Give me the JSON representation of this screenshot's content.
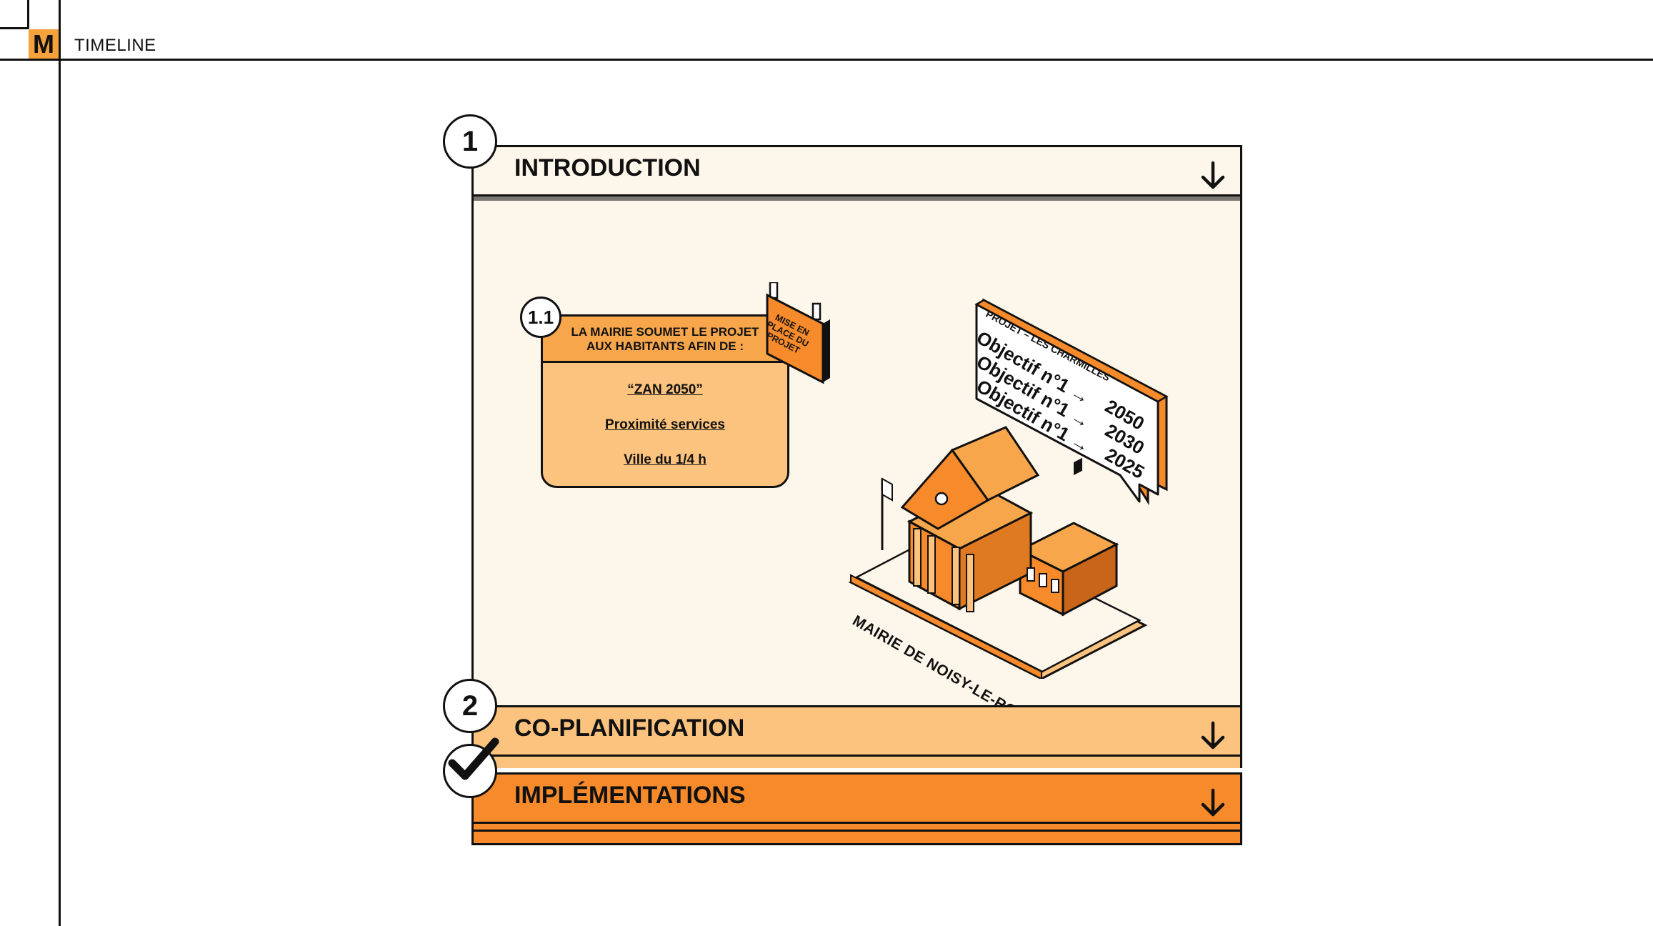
{
  "app": {
    "logo": "M",
    "title": "TIMELINE"
  },
  "sections": [
    {
      "badge": "1",
      "title": "INTRODUCTION"
    },
    {
      "badge": "2",
      "title": "CO-PLANIFICATION"
    },
    {
      "title": "IMPLÉMENTATIONS"
    }
  ],
  "card": {
    "badge": "1.1",
    "heading": "LA MAIRIE SOUMET LE PROJET AUX HABITANTS AFIN DE :",
    "items": [
      "“ZAN 2050”",
      "Proximité services",
      "Ville du 1/4 h"
    ],
    "tag": "MISE EN PLACE DU PROJET"
  },
  "bubble": {
    "label": "PROJET – LES CHARMILLES",
    "objectives": [
      "Objectif n°1 →",
      "Objectif n°1 →",
      "Objectif n°1 →"
    ],
    "years": [
      "2050",
      "2030",
      "2025"
    ]
  },
  "building": {
    "label": "MAIRIE DE NOISY-LE-ROI"
  },
  "colors": {
    "accent": "#f78a2a",
    "accent_light": "#fbc37e",
    "panel_bg": "#fdf6ea",
    "ink": "#111111"
  }
}
